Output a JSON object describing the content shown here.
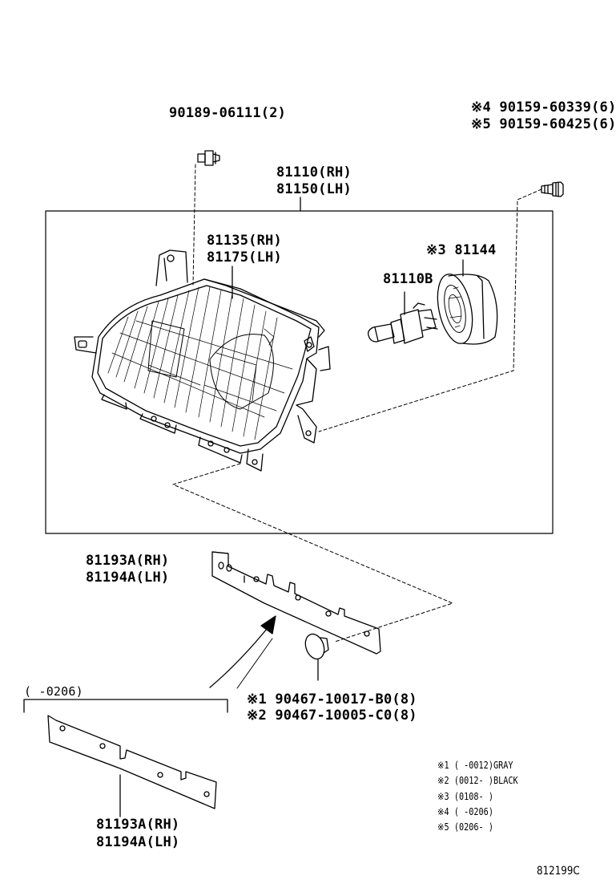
{
  "parts": {
    "clip_bolt": "90189-06111(2)",
    "screw_a": "※4 90159-60339(6)",
    "screw_b": "※5 90159-60425(6)",
    "headlamp_rh": "81110(RH)",
    "headlamp_lh": "81150(LH)",
    "lens_rh": "81135(RH)",
    "lens_lh": "81175(LH)",
    "socket": "※3 81144",
    "bulb": "81110B",
    "bracket_rh": "81193A(RH)",
    "bracket_lh": "81194A(LH)",
    "clip_a": "※1 90467-10017-B0(8)",
    "clip_b": "※2 90467-10005-C0(8)",
    "range_note": "(     -0206)",
    "bracket2_rh": "81193A(RH)",
    "bracket2_lh": "81194A(LH)"
  },
  "notes": [
    "※1 (     -0012)GRAY",
    "※2 (0012-     )BLACK",
    "※3 (0108-     )",
    "※4 (     -0206)",
    "※5 (0206-     )"
  ],
  "figure_number": "812199C"
}
